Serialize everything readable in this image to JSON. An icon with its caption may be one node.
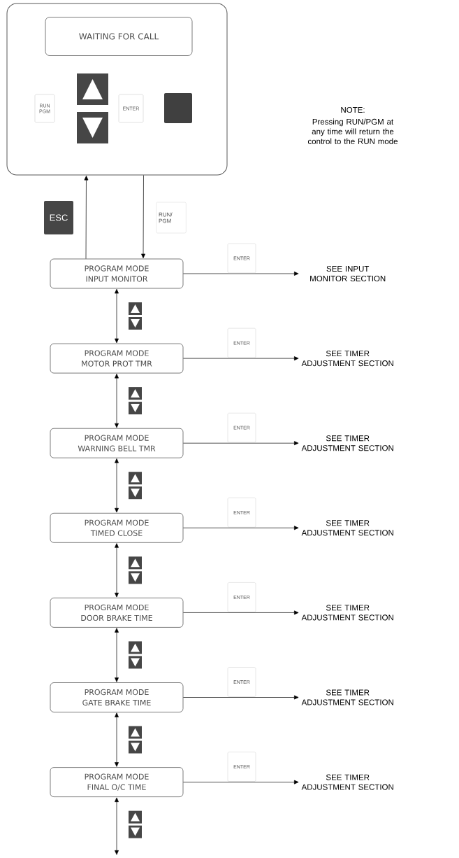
{
  "diagram": {
    "nodes": [
      {
        "text": [],
        "shape": "box"
      },
      {
        "text": [
          "WAITING FOR CALL"
        ],
        "in": 0
      },
      {
        "text": [
          "PROGRAM MODE",
          "INPUT MONITOR"
        ]
      },
      {
        "text": [
          "PROGRAM MODE",
          "MOTOR PROT TMR"
        ]
      },
      {
        "text": [
          "PROGRAM MODE",
          "WARNING BELL TMR"
        ]
      },
      {
        "text": [
          "PROGRAM MODE",
          "TIMED CLOSE"
        ]
      },
      {
        "text": [
          "PROGRAM MODE",
          "DOOR BRAKE TIME"
        ]
      },
      {
        "text": [
          "PROGRAM MODE",
          "GATE BRAKE TIME"
        ]
      },
      {
        "text": [
          "PROGRAM MODE",
          "FINAL O/C TIME"
        ]
      },
      {
        "text": [
          "SEE INPUT MONITOR SECTION"
        ]
      },
      {
        "text": [
          "SEE TIMER ADJUSTMENT SECTION"
        ]
      },
      {
        "text": [
          "SEE TIMER ADJUSTMENT SECTION"
        ]
      },
      {
        "text": [
          "SEE TIMER ADJUSTMENT SECTION"
        ]
      },
      {
        "text": [
          "SEE TIMER ADJUSTMENT SECTION"
        ]
      },
      {
        "text": [
          "SEE TIMER ADJUSTMENT SECTION"
        ]
      },
      {
        "text": [
          "SEE TIMER ADJUSTMENT SECTION"
        ]
      }
    ],
    "edges": [
      {
        "from": 2,
        "to": 0,
        "arrow": "to",
        "label": "ESC"
      },
      {
        "from": 0,
        "to": 2,
        "arrow": "to",
        "label": "RUN/ PGM"
      },
      {
        "from": 2,
        "to": 3,
        "arrow": "both"
      },
      {
        "from": 3,
        "to": 4,
        "arrow": "both"
      },
      {
        "from": 4,
        "to": 5,
        "arrow": "both"
      },
      {
        "from": 5,
        "to": 6,
        "arrow": "both"
      },
      {
        "from": 6,
        "to": 7,
        "arrow": "both"
      },
      {
        "from": 7,
        "to": 8,
        "arrow": "both"
      },
      {
        "from": 8,
        "to": null,
        "arrow": "both"
      },
      {
        "from": 2,
        "to": 9,
        "arrow": "to",
        "label": "ENTER"
      },
      {
        "from": 3,
        "to": 10,
        "arrow": "to",
        "label": "ENTER"
      },
      {
        "from": 4,
        "to": 11,
        "arrow": "to",
        "label": "ENTER"
      },
      {
        "from": 5,
        "to": 12,
        "arrow": "to",
        "label": "ENTER"
      },
      {
        "from": 6,
        "to": 13,
        "arrow": "to",
        "label": "ENTER"
      },
      {
        "from": 7,
        "to": 14,
        "arrow": "to",
        "label": "ENTER"
      },
      {
        "from": 8,
        "to": 15,
        "arrow": "to",
        "label": "ENTER"
      }
    ],
    "labels": [
      "NOTE:",
      "Pressing RUN/PGM at any time will return the control to the RUN mode",
      "RUN PGM",
      "ENTER"
    ]
  }
}
